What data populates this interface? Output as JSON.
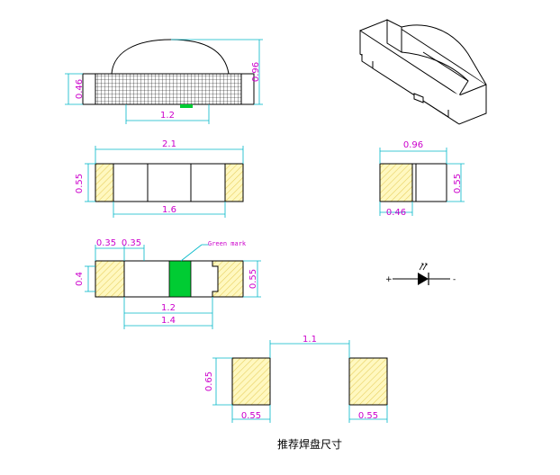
{
  "caption": "推荐焊盘尺寸",
  "side_view": {
    "height_label": "0.46",
    "total_height_label": "0.96",
    "width_label": "1.2"
  },
  "top_view": {
    "length_label": "2.1",
    "width_label": "0.55",
    "inner_label": "1.6"
  },
  "end_view": {
    "width_label": "0.96",
    "height_label": "0.55",
    "pad_label": "0.46"
  },
  "bottom_view": {
    "pad1_label": "0.35",
    "pad2_label": "0.35",
    "height_label": "0.4",
    "right_height_label": "0.55",
    "inner_label": "1.2",
    "outer_label": "1.4",
    "green_mark_label": "Green mark"
  },
  "symbol": {
    "plus_label": "+",
    "minus_label": "-"
  },
  "pads": {
    "spacing_label": "1.1",
    "height_label": "0.65",
    "left_width_label": "0.55",
    "right_width_label": "0.55"
  },
  "colors": {
    "pad_fill": "#fff8c0",
    "pad_hatch": "#e8d060",
    "green_mark": "#00cc33",
    "dimension_text": "#cc00cc",
    "dimension_line": "#00b8c8"
  }
}
